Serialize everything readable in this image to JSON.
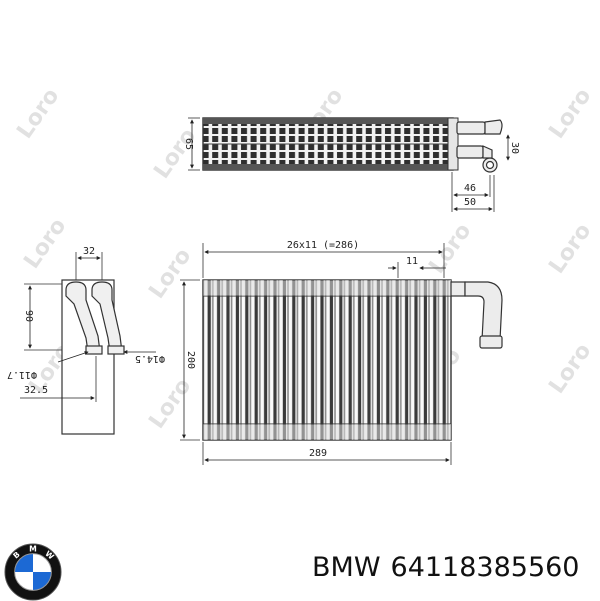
{
  "watermark": {
    "text": "Loro"
  },
  "top_view": {
    "dim_height": "65",
    "dim_pipe_gap": "30",
    "dim_46": "46",
    "dim_50": "50"
  },
  "front_view": {
    "dim_pitch": "26x11 (=286)",
    "dim_11": "11",
    "dim_height": "200",
    "dim_width": "289"
  },
  "side_view": {
    "dim_32": "32",
    "dim_90": "90",
    "dim_d117": "Ф11.7",
    "dim_d145": "Ф14.5",
    "dim_325": "32.5"
  },
  "caption": {
    "brand": "BMW",
    "part_number": "64118385560"
  },
  "brand_logo": {
    "letters": "BMW",
    "colors": {
      "blue": "#1c69d4",
      "black": "#111111"
    }
  }
}
